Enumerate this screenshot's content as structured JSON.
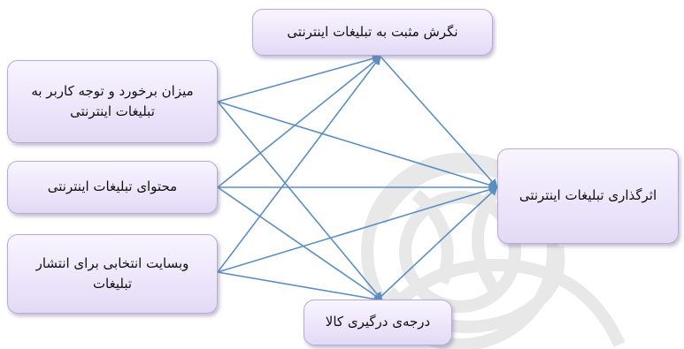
{
  "diagram": {
    "nodes": {
      "positive_attitude": "نگرش مثبت به تبلیغات اینترنتی",
      "exposure_attention": "میزان برخورد و توجه کاربر به تبلیغات اینترنتی",
      "ad_content": "محتوای تبلیغات اینترنتی",
      "chosen_website": "وبسایت انتخابی برای انتشار تبلیغات",
      "product_involvement": "درجه‌ی درگیری کالا",
      "ad_effectiveness": "اثرگذاری تبلیغات اینترنتی"
    },
    "edges": [
      {
        "from": "exposure_attention",
        "to": "positive_attitude"
      },
      {
        "from": "exposure_attention",
        "to": "ad_effectiveness"
      },
      {
        "from": "exposure_attention",
        "to": "product_involvement"
      },
      {
        "from": "ad_content",
        "to": "positive_attitude"
      },
      {
        "from": "ad_content",
        "to": "ad_effectiveness"
      },
      {
        "from": "ad_content",
        "to": "product_involvement"
      },
      {
        "from": "chosen_website",
        "to": "positive_attitude"
      },
      {
        "from": "chosen_website",
        "to": "ad_effectiveness"
      },
      {
        "from": "chosen_website",
        "to": "product_involvement"
      },
      {
        "from": "positive_attitude",
        "to": "ad_effectiveness"
      },
      {
        "from": "product_involvement",
        "to": "ad_effectiveness"
      }
    ],
    "colors": {
      "arrow": "#5b8fc2",
      "box_fill": "#e3daf6",
      "box_border": "#b9a9d8",
      "watermark": "#e6e6e6"
    }
  }
}
